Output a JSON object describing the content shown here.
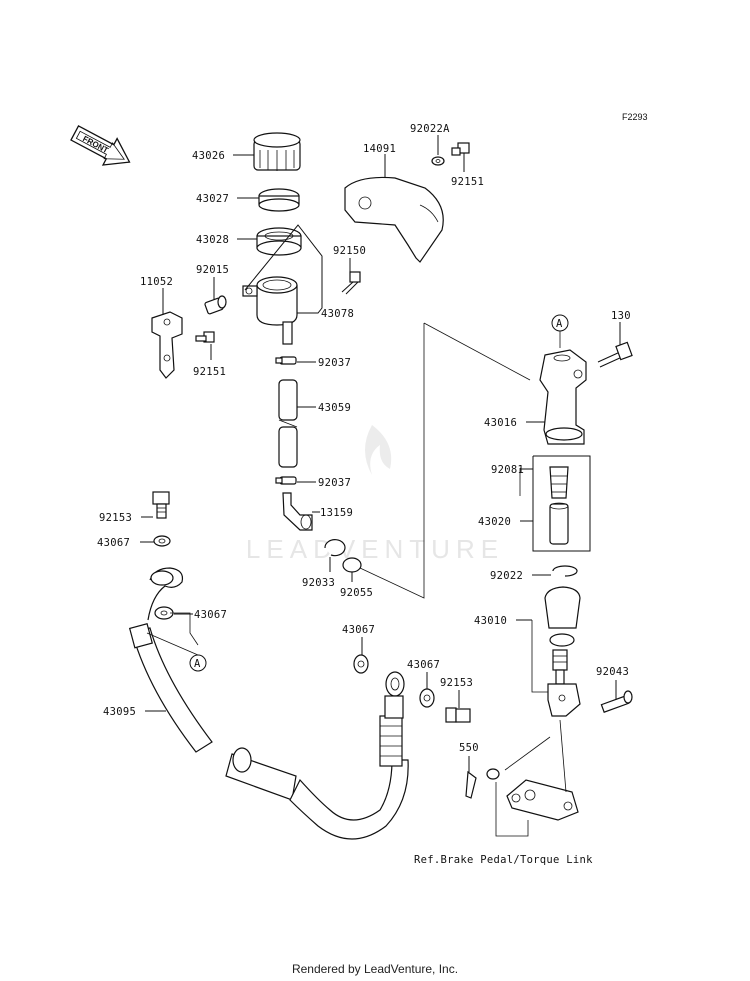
{
  "diagram_code": "F2293",
  "front_label": "FRONT",
  "watermark": "LEADVENTURE",
  "footer": "Rendered by LeadVenture, Inc.",
  "reference_note": "Ref.Brake Pedal/Torque Link",
  "circle_marker": "A",
  "parts": {
    "p43026": "43026",
    "p43027": "43027",
    "p43028": "43028",
    "p14091": "14091",
    "p92022A": "92022A",
    "p92151a": "92151",
    "p92150": "92150",
    "p11052": "11052",
    "p92015": "92015",
    "p43078": "43078",
    "p92151b": "92151",
    "p92037a": "92037",
    "p43059": "43059",
    "p92037b": "92037",
    "p13159": "13159",
    "p92033": "92033",
    "p92055": "92055",
    "p130": "130",
    "p43016": "43016",
    "p92081": "92081",
    "p43020": "43020",
    "p92022": "92022",
    "p43010": "43010",
    "p92043": "92043",
    "p92153a": "92153",
    "p43067a": "43067",
    "p43067b": "43067",
    "p43067c": "43067",
    "p43067d": "43067",
    "p92153b": "92153",
    "p550": "550",
    "p43095": "43095"
  }
}
